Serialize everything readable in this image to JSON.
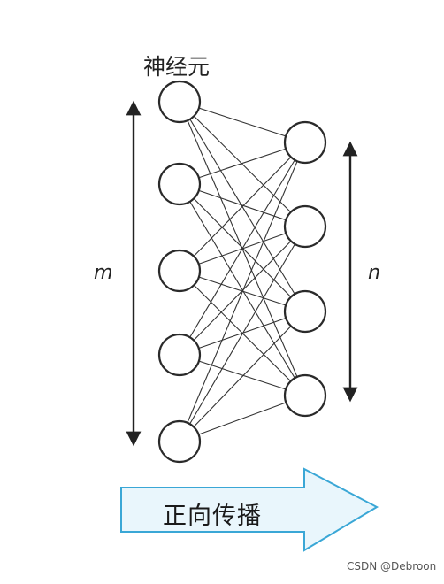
{
  "diagram": {
    "title": "神经元",
    "left_dimension_label": "m",
    "right_dimension_label": "n",
    "arrow_label": "正向传播",
    "input_layer_count": 5,
    "output_layer_count": 4,
    "colors": {
      "neuron_stroke": "#2a2a2a",
      "connection": "#333333",
      "arrow_stroke": "#3aa7d6",
      "arrow_fill": "#e9f6fc"
    }
  },
  "watermark": "CSDN @Debroon"
}
